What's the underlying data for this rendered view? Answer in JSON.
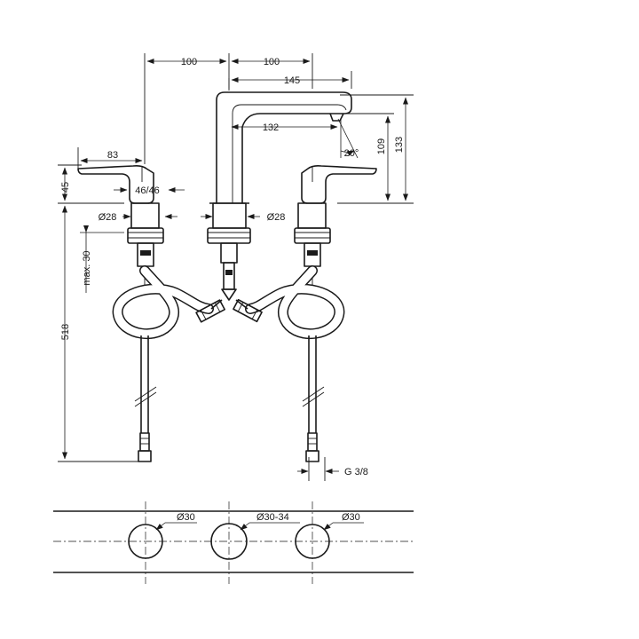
{
  "dimensions": {
    "d_100_left": "100",
    "d_100_right": "100",
    "d_145": "145",
    "d_132": "132",
    "d_20deg": "20°",
    "d_109": "109",
    "d_133": "133",
    "d_83": "83",
    "d_45": "45",
    "d_46_46": "46/46",
    "d_28_left": "Ø28",
    "d_28_right": "Ø28",
    "d_max30": "max. 30",
    "d_518": "518",
    "d_g38": "G 3/8"
  },
  "deck_holes": {
    "left": "Ø30",
    "center": "Ø30-34",
    "right": "Ø30"
  }
}
